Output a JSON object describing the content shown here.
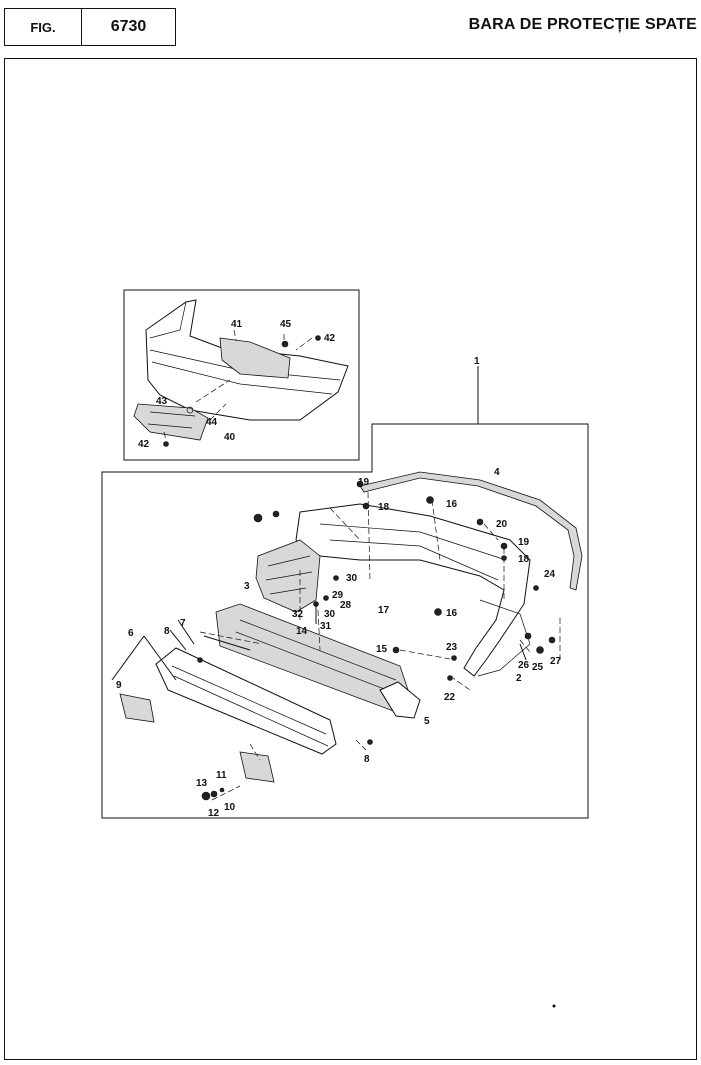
{
  "header": {
    "fig_label": "FIG.",
    "fig_number": "6730",
    "title": "BARA DE PROTECȚIE SPATE"
  },
  "inset_callouts": [
    "41",
    "45",
    "42",
    "43",
    "44",
    "40",
    "42"
  ],
  "main_callouts": [
    "1",
    "4",
    "19",
    "18",
    "16",
    "20",
    "19",
    "18",
    "3",
    "30",
    "29",
    "28",
    "17",
    "32",
    "30",
    "31",
    "24",
    "16",
    "14",
    "7",
    "8",
    "6",
    "15",
    "23",
    "26",
    "25",
    "27",
    "2",
    "9",
    "22",
    "5",
    "8",
    "13",
    "11",
    "12",
    "10"
  ]
}
